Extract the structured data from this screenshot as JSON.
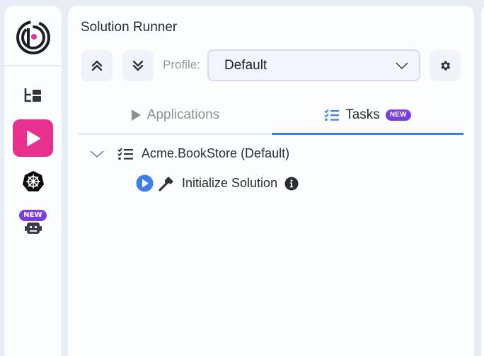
{
  "sidebar": {
    "logo": "brand-logo",
    "items": [
      {
        "name": "solution-explorer",
        "icon": "folder-tree-icon",
        "active": false
      },
      {
        "name": "solution-runner",
        "icon": "play-icon",
        "active": true
      },
      {
        "name": "kubernetes",
        "icon": "kubernetes-helm-icon",
        "active": false
      },
      {
        "name": "ai-assistant",
        "icon": "robot-icon",
        "active": false,
        "badge": "NEW"
      }
    ],
    "active_color": "#e8318f"
  },
  "main": {
    "title": "Solution Runner",
    "toolbar": {
      "collapse_all": "collapse-all-icon",
      "expand_all": "expand-all-icon",
      "profile_label": "Profile:",
      "profile_value": "Default",
      "settings": "gear-icon"
    },
    "tabs": [
      {
        "label": "Applications",
        "icon": "play-icon",
        "active": false
      },
      {
        "label": "Tasks",
        "icon": "task-list-icon",
        "active": true,
        "badge": "NEW"
      }
    ],
    "tree": {
      "root": {
        "label": "Acme.BookStore (Default)",
        "expanded": true,
        "icon": "task-list-icon"
      },
      "children": [
        {
          "label": "Initialize Solution",
          "icons": [
            "run-icon",
            "hammer-icon",
            "info-icon"
          ]
        }
      ]
    }
  },
  "colors": {
    "accent_blue": "#3d7fe6",
    "badge_purple": "#7a3ce6",
    "active_pink": "#e8318f",
    "background": "#e8ecf5",
    "panel": "#fcfdfe"
  }
}
